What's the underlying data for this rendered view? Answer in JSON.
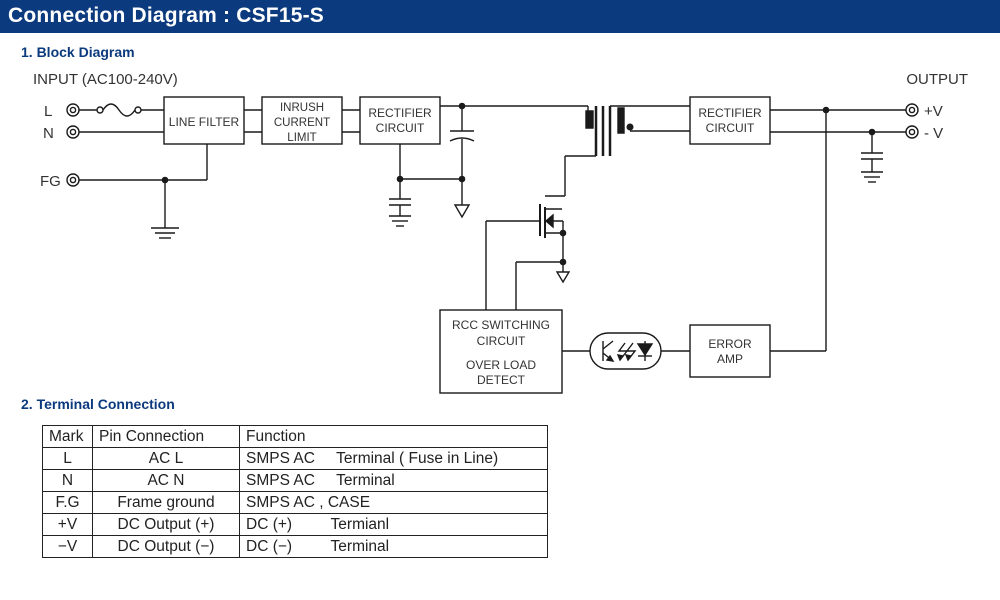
{
  "title": "Connection Diagram : CSF15-S",
  "sections": {
    "block_diagram": "1. Block Diagram",
    "terminal_connection": "2. Terminal Connection"
  },
  "diagram": {
    "input_label": "INPUT (AC100-240V)",
    "output_label": "OUTPUT",
    "terminals": {
      "l": "L",
      "n": "N",
      "fg": "FG",
      "pos": "+V",
      "neg": "- V"
    },
    "blocks": {
      "line_filter": "LINE FILTER",
      "inrush": [
        "INRUSH",
        "CURRENT",
        "LIMIT"
      ],
      "rectifier_in": [
        "RECTIFIER",
        "CIRCUIT"
      ],
      "rectifier_out": [
        "RECTIFIER",
        "CIRCUIT"
      ],
      "rcc": [
        "RCC SWITCHING",
        "CIRCUIT",
        "OVER LOAD",
        "DETECT"
      ],
      "error_amp": [
        "ERROR",
        "AMP"
      ]
    }
  },
  "terminal_table": {
    "headers": [
      "Mark",
      "Pin Connection",
      "Function"
    ],
    "rows": [
      [
        "L",
        "AC L",
        "SMPS AC     Terminal ( Fuse in Line)"
      ],
      [
        "N",
        "AC N",
        "SMPS AC     Terminal"
      ],
      [
        "F.G",
        "Frame ground",
        "SMPS AC , CASE"
      ],
      [
        "+V",
        "DC Output (+)",
        "DC (+)         Termianl"
      ],
      [
        "−V",
        "DC Output (−)",
        "DC (−)         Terminal"
      ]
    ]
  }
}
